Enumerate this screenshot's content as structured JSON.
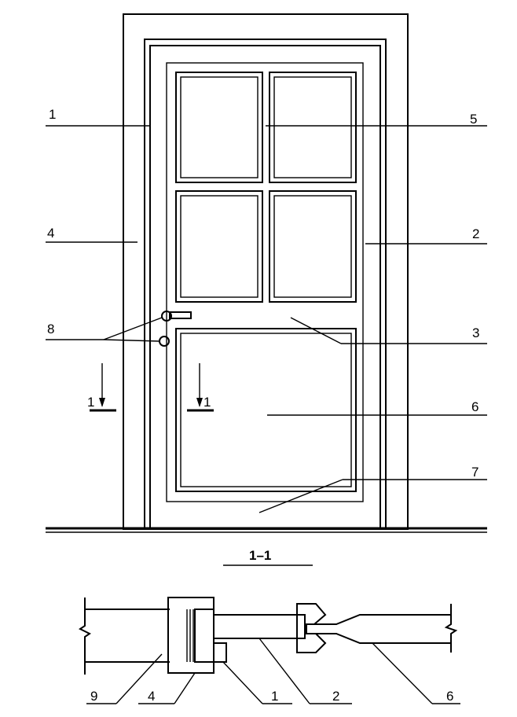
{
  "door_elevation": {
    "labels": {
      "l1": "1",
      "l2": "2",
      "l3": "3",
      "l4": "4",
      "l5": "5",
      "l6": "6",
      "l7": "7",
      "l8": "8"
    },
    "section_marks": {
      "left": "1",
      "right": "1"
    }
  },
  "section": {
    "title": "1–1",
    "labels": {
      "l9": "9",
      "l4": "4",
      "l1": "1",
      "l2": "2",
      "l6": "6"
    }
  }
}
